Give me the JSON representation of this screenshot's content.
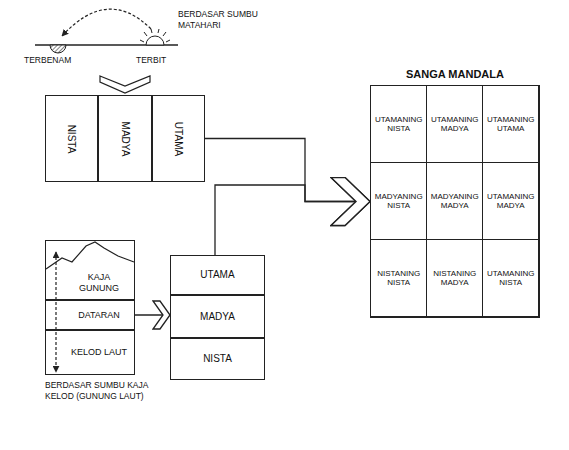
{
  "diagram": {
    "nodes": [
      {
        "text": [
          "NISTA"
        ]
      },
      {
        "text": [
          "MADYA"
        ]
      },
      {
        "text": [
          "UTAMA"
        ]
      },
      {
        "text": [
          "KAJA GUNUNG"
        ]
      },
      {
        "text": [
          "DATARAN"
        ]
      },
      {
        "text": [
          "KELOD LAUT"
        ]
      },
      {
        "text": [
          "UTAMA"
        ]
      },
      {
        "text": [
          "MADYA"
        ]
      },
      {
        "text": [
          "NISTA"
        ]
      },
      {
        "text": [
          "SANGA MANDALA"
        ]
      },
      {
        "text": [
          "UTAMANING NISTA"
        ],
        "in": 9
      },
      {
        "text": [
          "UTAMANING MADYA"
        ],
        "in": 9
      },
      {
        "text": [
          "UTAMANING UTAMA"
        ],
        "in": 9
      },
      {
        "text": [
          "MADYANING NISTA"
        ],
        "in": 9
      },
      {
        "text": [
          "MADYANING MADYA"
        ],
        "in": 9
      },
      {
        "text": [
          "UTAMANING MADYA"
        ],
        "in": 9
      },
      {
        "text": [
          "NISTANING NISTA"
        ],
        "in": 9
      },
      {
        "text": [
          "NISTANING MADYA"
        ],
        "in": 9
      },
      {
        "text": [
          "UTAMANING NISTA"
        ],
        "in": 9
      }
    ],
    "edges": [
      {
        "from": 2,
        "to": 9,
        "arrow": "to"
      },
      {
        "from": 6,
        "to": 9,
        "arrow": "to"
      },
      {
        "from": 4,
        "to": 7,
        "arrow": "to"
      }
    ],
    "labels": [
      "BERDASAR SUMBU MATAHARI",
      "TERBENAM",
      "TERBIT",
      "BERDASAR SUMBU KAJA KELOD (GUNUNG LAUT)"
    ]
  }
}
